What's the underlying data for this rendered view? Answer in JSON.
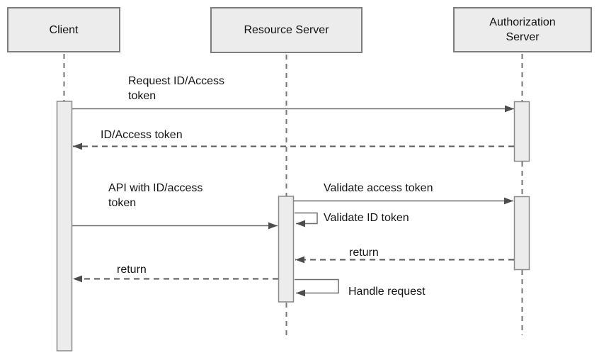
{
  "diagram": {
    "type": "sequence-diagram",
    "actors": [
      {
        "label": "Client"
      },
      {
        "label": "Resource Server"
      },
      {
        "label": "Authorization Server"
      }
    ],
    "messages": [
      {
        "label": "Request ID/Access\ntoken",
        "from": "Client",
        "to": "Authorization Server",
        "line": "solid"
      },
      {
        "label": "ID/Access token",
        "from": "Authorization Server",
        "to": "Client",
        "line": "dashed"
      },
      {
        "label": "API with ID/access\ntoken",
        "from": "Client",
        "to": "Resource Server",
        "line": "solid"
      },
      {
        "label": "Validate access token",
        "from": "Resource Server",
        "to": "Authorization Server",
        "line": "solid"
      },
      {
        "label": "Validate ID token",
        "from": "Resource Server",
        "to": "Resource Server",
        "line": "self"
      },
      {
        "label": "return",
        "from": "Authorization Server",
        "to": "Resource Server",
        "line": "dashed"
      },
      {
        "label": "return",
        "from": "Resource Server",
        "to": "Client",
        "line": "dashed"
      },
      {
        "label": "Handle request",
        "from": "Resource Server",
        "to": "Resource Server",
        "line": "self"
      }
    ],
    "colors": {
      "box_fill": "#ececec",
      "box_border": "#7d7d7d",
      "bar_fill": "#ececec",
      "bar_border": "#8a8a8a",
      "solid_line": "#6e6e6e",
      "dashed_line": "#5a5a5a",
      "lifeline": "#757575",
      "arrowhead": "#4d4d4d",
      "text": "#141414"
    }
  }
}
